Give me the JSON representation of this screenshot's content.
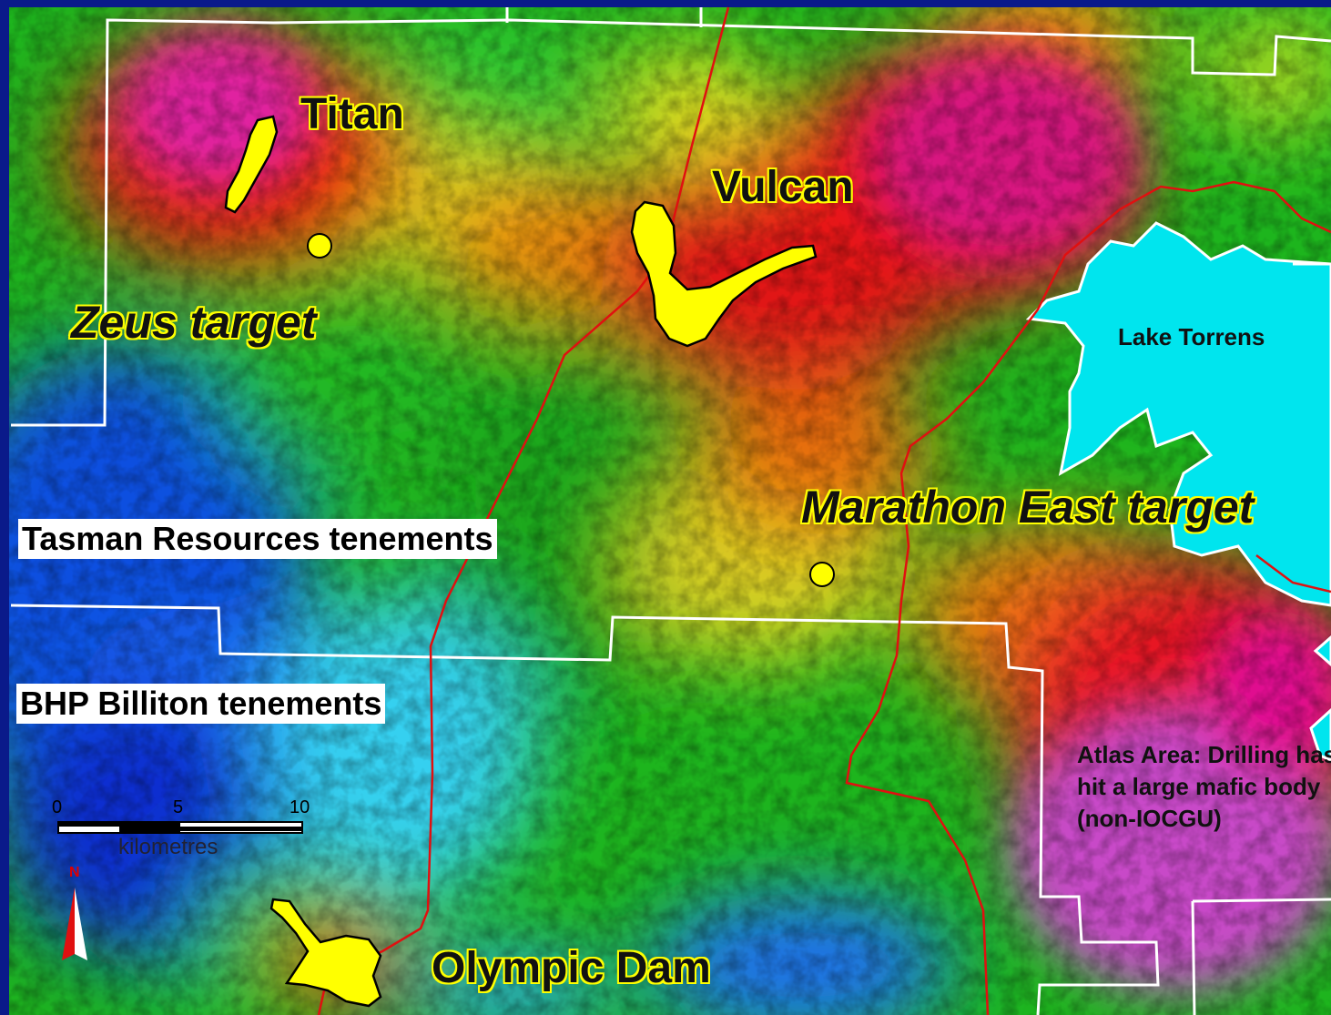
{
  "colors": {
    "frame": "#0a1a8a",
    "deposit_fill": "#ffff00",
    "tenement_boundary": "#ffffff",
    "red_boundary": "#e01010",
    "lake": "#00e5ee"
  },
  "deposits": {
    "titan": "Titan",
    "vulcan": "Vulcan",
    "olympic_dam": "Olympic Dam"
  },
  "targets": {
    "zeus": "Zeus target",
    "marathon_east": "Marathon East target"
  },
  "tenements": {
    "tasman": "Tasman Resources tenements",
    "bhp": "BHP Billiton tenements"
  },
  "features": {
    "lake": "Lake Torrens",
    "atlas": "Atlas Area: Drilling has hit a large mafic body (non-IOCGU)"
  },
  "scale_bar": {
    "ticks": [
      "0",
      "5",
      "10"
    ],
    "unit": "kilometres"
  },
  "north_arrow": {
    "label": "N",
    "icon": "north-arrow-icon"
  }
}
